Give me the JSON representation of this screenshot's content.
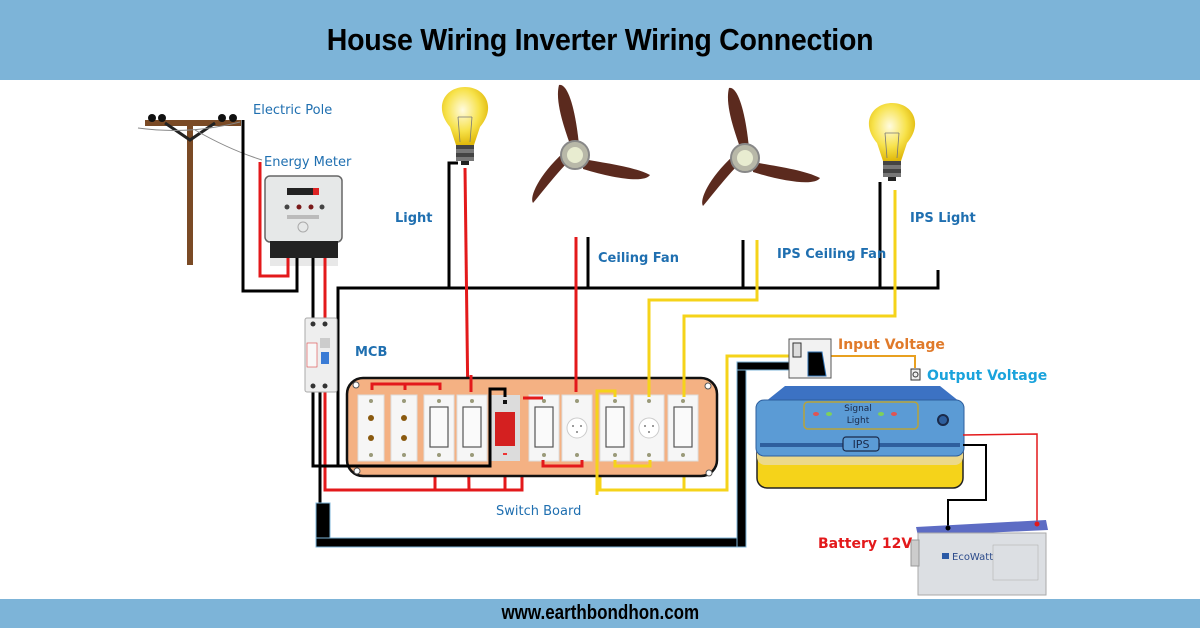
{
  "header": {
    "title": "House Wiring Inverter Wiring Connection"
  },
  "footer": {
    "url": "www.earthbondhon.com"
  },
  "labels": {
    "electric_pole": "Electric Pole",
    "energy_meter": "Energy Meter",
    "light": "Light",
    "ceiling_fan": "Ceiling Fan",
    "ips_ceiling_fan": "IPS Ceiling Fan",
    "ips_light": "IPS Light",
    "mcb": "MCB",
    "switch_board": "Switch Board",
    "input_voltage": "Input Voltage",
    "output_voltage": "Output Voltage",
    "battery": "Battery 12V"
  },
  "ips_unit": {
    "panel_line1": "Signal",
    "panel_line2": "Light",
    "badge": "IPS"
  },
  "battery_unit": {
    "brand": "EcoWatt"
  },
  "switch_board_modules": [
    "socket-2pin",
    "socket-2pin",
    "switch",
    "switch",
    "indicator-switch-red",
    "switch",
    "socket-3pin",
    "switch",
    "socket-3pin",
    "switch"
  ],
  "wire_colors": {
    "phase": "#e3191b",
    "neutral": "#000000",
    "ips": "#f5d31a",
    "orange": "#e8a020"
  },
  "colors": {
    "banner": "#7db4d8",
    "board": "#f4b183",
    "ips_body": "#5b9bd5",
    "ips_base": "#f5d31a"
  }
}
